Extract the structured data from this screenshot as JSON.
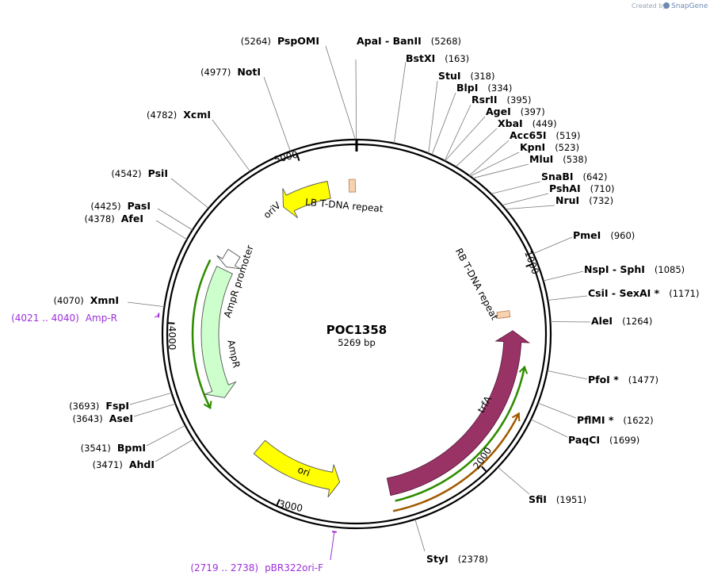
{
  "watermark": {
    "prefix": "Created by",
    "brand": "SnapGene"
  },
  "plasmid": {
    "name": "POC1358",
    "length_label": "5269 bp",
    "length": 5269
  },
  "ticks": [
    {
      "bp": 1000,
      "label": "1000"
    },
    {
      "bp": 2000,
      "label": "2000"
    },
    {
      "bp": 3000,
      "label": "3000"
    },
    {
      "bp": 4000,
      "label": "4000"
    },
    {
      "bp": 5000,
      "label": "5000"
    }
  ],
  "sites": [
    {
      "id": "apai",
      "name": "ApaI  -  BanII",
      "pos_text": "(5268)",
      "bp": 5268
    },
    {
      "id": "bstxi",
      "name": "BstXI",
      "pos_text": "(163)",
      "bp": 163
    },
    {
      "id": "stui",
      "name": "StuI",
      "pos_text": "(318)",
      "bp": 318
    },
    {
      "id": "blpi",
      "name": "BlpI",
      "pos_text": "(334)",
      "bp": 334
    },
    {
      "id": "rsrii",
      "name": "RsrII",
      "pos_text": "(395)",
      "bp": 395
    },
    {
      "id": "agei",
      "name": "AgeI",
      "pos_text": "(397)",
      "bp": 397
    },
    {
      "id": "xbai",
      "name": "XbaI",
      "pos_text": "(449)",
      "bp": 449
    },
    {
      "id": "acc65i",
      "name": "Acc65I",
      "pos_text": "(519)",
      "bp": 519
    },
    {
      "id": "kpni",
      "name": "KpnI",
      "pos_text": "(523)",
      "bp": 523
    },
    {
      "id": "mlui",
      "name": "MluI",
      "pos_text": "(538)",
      "bp": 538
    },
    {
      "id": "snabi",
      "name": "SnaBI",
      "pos_text": "(642)",
      "bp": 642
    },
    {
      "id": "pshai",
      "name": "PshAI",
      "pos_text": "(710)",
      "bp": 710
    },
    {
      "id": "nrui",
      "name": "NruI",
      "pos_text": "(732)",
      "bp": 732
    },
    {
      "id": "pmei",
      "name": "PmeI",
      "pos_text": "(960)",
      "bp": 960
    },
    {
      "id": "nspi",
      "name": "NspI  -  SphI",
      "pos_text": "(1085)",
      "bp": 1085
    },
    {
      "id": "csii",
      "name": "CsiI  -  SexAI *",
      "pos_text": "(1171)",
      "bp": 1171
    },
    {
      "id": "alei",
      "name": "AleI",
      "pos_text": "(1264)",
      "bp": 1264
    },
    {
      "id": "pfoi",
      "name": "PfoI *",
      "pos_text": "(1477)",
      "bp": 1477
    },
    {
      "id": "pflmi",
      "name": "PflMI *",
      "pos_text": "(1622)",
      "bp": 1622
    },
    {
      "id": "paqci",
      "name": "PaqCI",
      "pos_text": "(1699)",
      "bp": 1699
    },
    {
      "id": "sfii",
      "name": "SfiI",
      "pos_text": "(1951)",
      "bp": 1951
    },
    {
      "id": "styi",
      "name": "StyI",
      "pos_text": "(2378)",
      "bp": 2378
    },
    {
      "id": "ahdi",
      "name": "AhdI",
      "pos_text": "(3471)",
      "bp": 3471
    },
    {
      "id": "bpmi",
      "name": "BpmI",
      "pos_text": "(3541)",
      "bp": 3541
    },
    {
      "id": "asei",
      "name": "AseI",
      "pos_text": "(3643)",
      "bp": 3643
    },
    {
      "id": "fspi",
      "name": "FspI",
      "pos_text": "(3693)",
      "bp": 3693
    },
    {
      "id": "xmni",
      "name": "XmnI",
      "pos_text": "(4070)",
      "bp": 4070
    },
    {
      "id": "afei",
      "name": "AfeI",
      "pos_text": "(4378)",
      "bp": 4378
    },
    {
      "id": "pasi",
      "name": "PasI",
      "pos_text": "(4425)",
      "bp": 4425
    },
    {
      "id": "psii",
      "name": "PsiI",
      "pos_text": "(4542)",
      "bp": 4542
    },
    {
      "id": "xcmi",
      "name": "XcmI",
      "pos_text": "(4782)",
      "bp": 4782
    },
    {
      "id": "noti",
      "name": "NotI",
      "pos_text": "(4977)",
      "bp": 4977
    },
    {
      "id": "pspomi",
      "name": "PspOMI",
      "pos_text": "(5264)",
      "bp": 5264
    }
  ],
  "primers": [
    {
      "id": "ampr-primer",
      "range_text": "(4021 .. 4040)",
      "name": "Amp-R",
      "start": 4021,
      "end": 4040
    },
    {
      "id": "pbr322ori-primer",
      "range_text": "(2719 .. 2738)",
      "name": "pBR322ori-F",
      "start": 2719,
      "end": 2738
    }
  ],
  "features": [
    {
      "id": "oriv",
      "label": "oriV",
      "start": 4830,
      "end": 5110,
      "color": "#ffff00",
      "direction": "reverse"
    },
    {
      "id": "lb-repeat",
      "label": "LB T-DNA repeat",
      "start": 5232,
      "end": 5257,
      "color": "#f6d2b0",
      "direction": "none"
    },
    {
      "id": "rb-repeat",
      "label": "RB T-DNA repeat",
      "start": 1195,
      "end": 1220,
      "color": "#f6d2b0",
      "direction": "none"
    },
    {
      "id": "ampr-promoter",
      "label": "AmpR promoter",
      "start": 4350,
      "end": 4440,
      "color": "#ffffff",
      "direction": "reverse"
    },
    {
      "id": "ampr",
      "label": "AmpR",
      "start": 3575,
      "end": 4330,
      "color": "#ccffcc",
      "direction": "reverse"
    },
    {
      "id": "ori",
      "label": "ori",
      "start": 2730,
      "end": 3230,
      "color": "#ffff00",
      "direction": "reverse"
    },
    {
      "id": "trfa",
      "label": "trfA",
      "start": 1300,
      "end": 2460,
      "color": "#993366",
      "direction": "reverse"
    }
  ],
  "colors": {
    "primer": "#9b30d9",
    "backbone": "#000000",
    "leader": "#777777"
  }
}
